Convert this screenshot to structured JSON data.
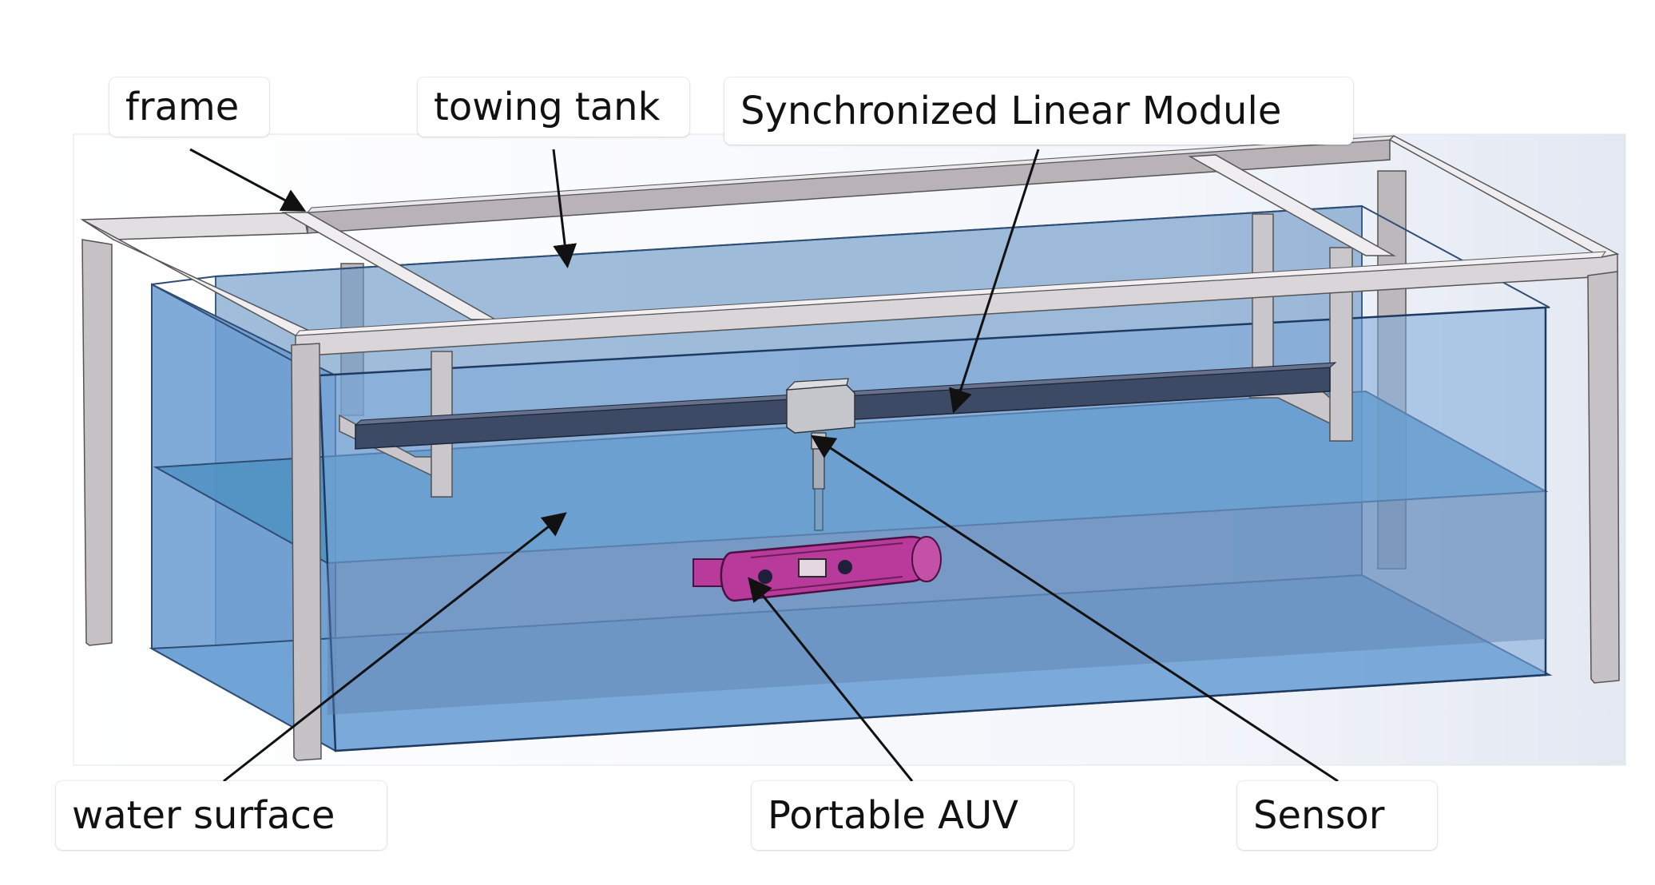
{
  "labels": {
    "frame": "frame",
    "towing_tank": "towing tank",
    "linear_module": "Synchronized Linear Module",
    "water_surface": "water surface",
    "portable_auv": "Portable AUV",
    "sensor": "Sensor"
  },
  "colors": {
    "tank_water": "#5b8fc4",
    "frame_metal": "#c8c3c6",
    "auv_body": "#b83a9a",
    "rail": "#3d4a66",
    "arrow": "#111111"
  }
}
